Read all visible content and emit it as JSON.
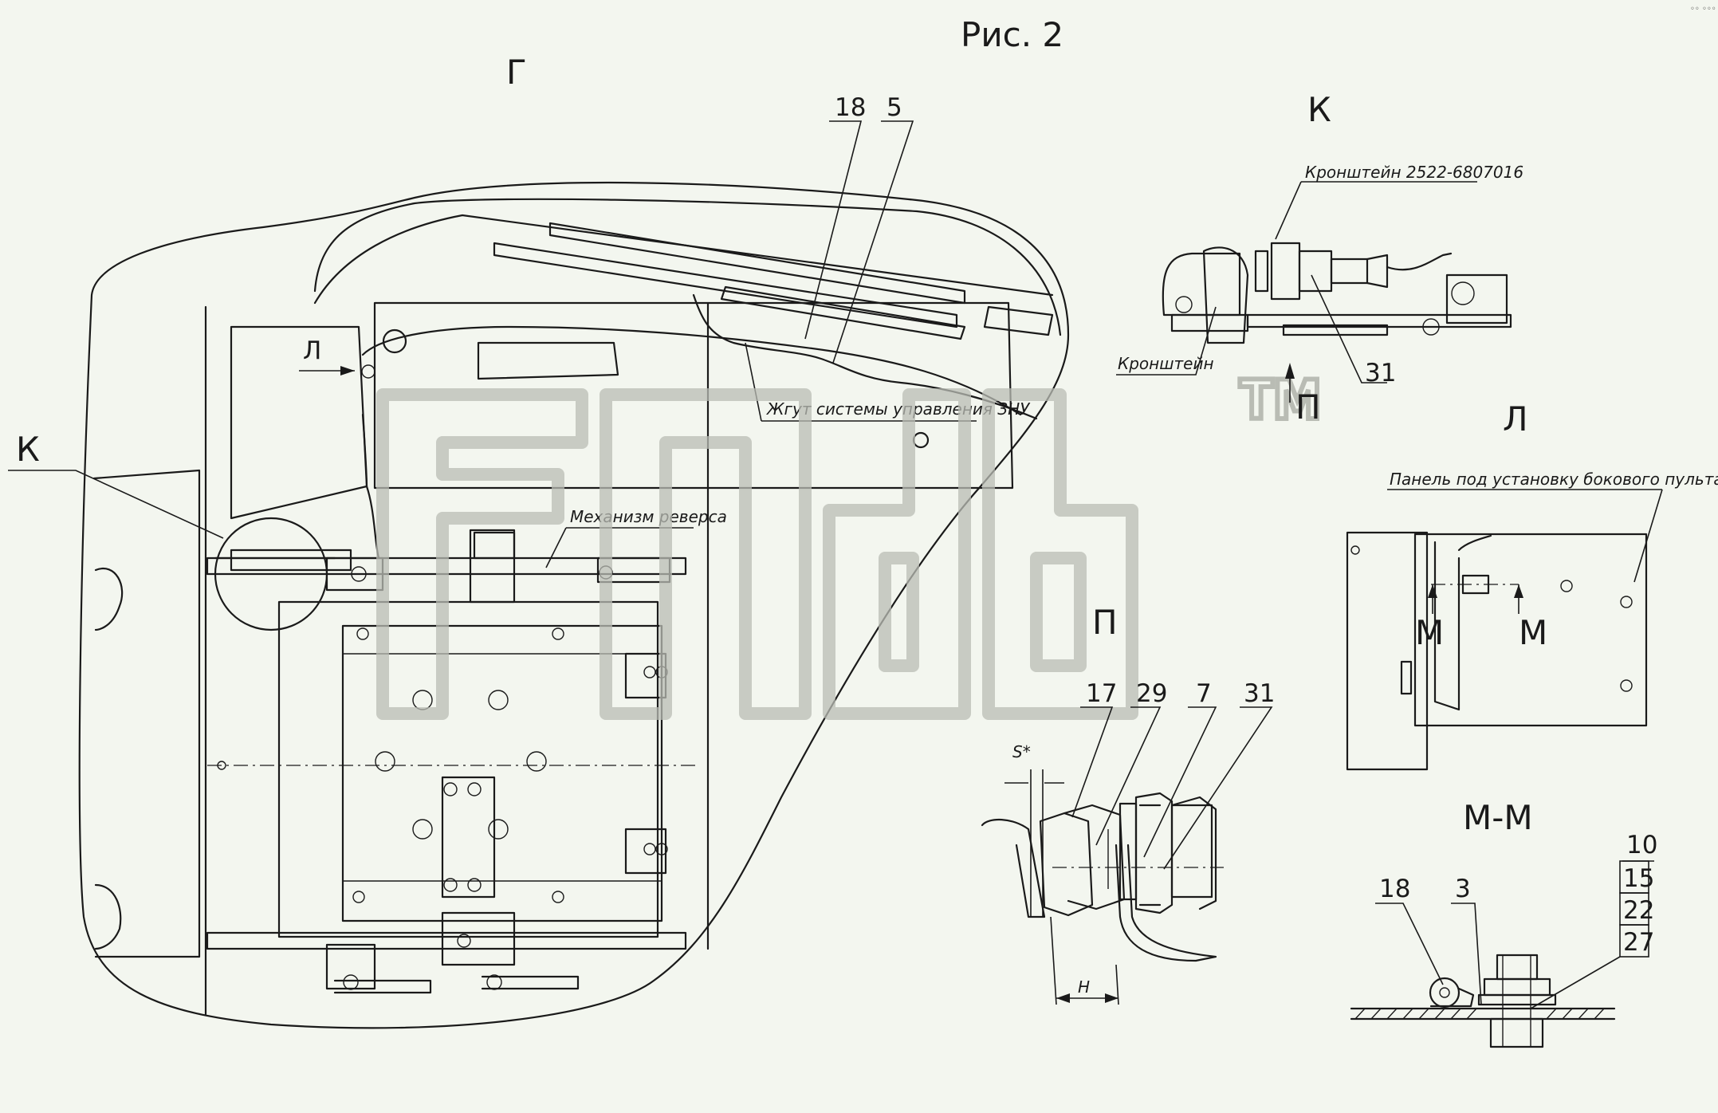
{
  "figure_title": "Рис. 2",
  "views": {
    "g": "Г",
    "k_top": "К",
    "k_left": "К",
    "l_right": "Л",
    "l_arrow": "Л",
    "p": "П",
    "p_arrow": "П",
    "mm_section": "М-М",
    "m_left": "М",
    "m_right": "М"
  },
  "labels": {
    "bracket_2522": "Кронштейн 2522-6807016",
    "bracket": "Кронштейн",
    "harness": "Жгут системы управления ЗНУ",
    "reverse_mechanism": "Механизм реверса",
    "side_panel": "Панель под установку бокового пульта",
    "s_star": "S*",
    "h_dim": "H"
  },
  "positions": {
    "p18_main": "18",
    "p5_main": "5",
    "p31_k": "31",
    "p17": "17",
    "p29": "29",
    "p7": "7",
    "p31_p": "31",
    "p18_mm": "18",
    "p3_mm": "3",
    "p10": "10",
    "p15": "15",
    "p22": "22",
    "p27": "27"
  },
  "watermark": "ТМ"
}
